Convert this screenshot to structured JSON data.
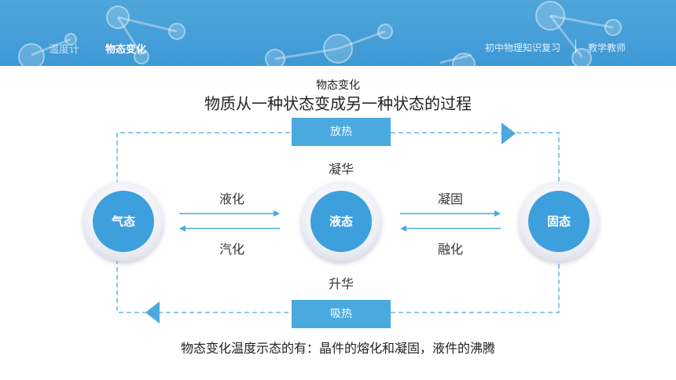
{
  "header": {
    "nav": [
      "温度计",
      "物态变化"
    ],
    "right_items": [
      "初中物理知识复习",
      "教学教师"
    ],
    "bg_color": "#4fa6db"
  },
  "content": {
    "subtitle": "物态变化",
    "title": "物质从一种状态变成另一种状态的过程",
    "states": [
      "气态",
      "液态",
      "固态"
    ],
    "transitions": {
      "gas_to_liquid": "液化",
      "liquid_to_gas": "汽化",
      "liquid_to_solid": "凝固",
      "solid_to_liquid": "融化",
      "gas_to_solid": "凝华",
      "solid_to_gas": "升华"
    },
    "heat_tags": {
      "release": "放热",
      "absorb": "吸热"
    },
    "footer": "物态变化温度示态的有：晶件的熔化和凝固，液件的沸腾",
    "accent_color": "#3e9fdd"
  }
}
